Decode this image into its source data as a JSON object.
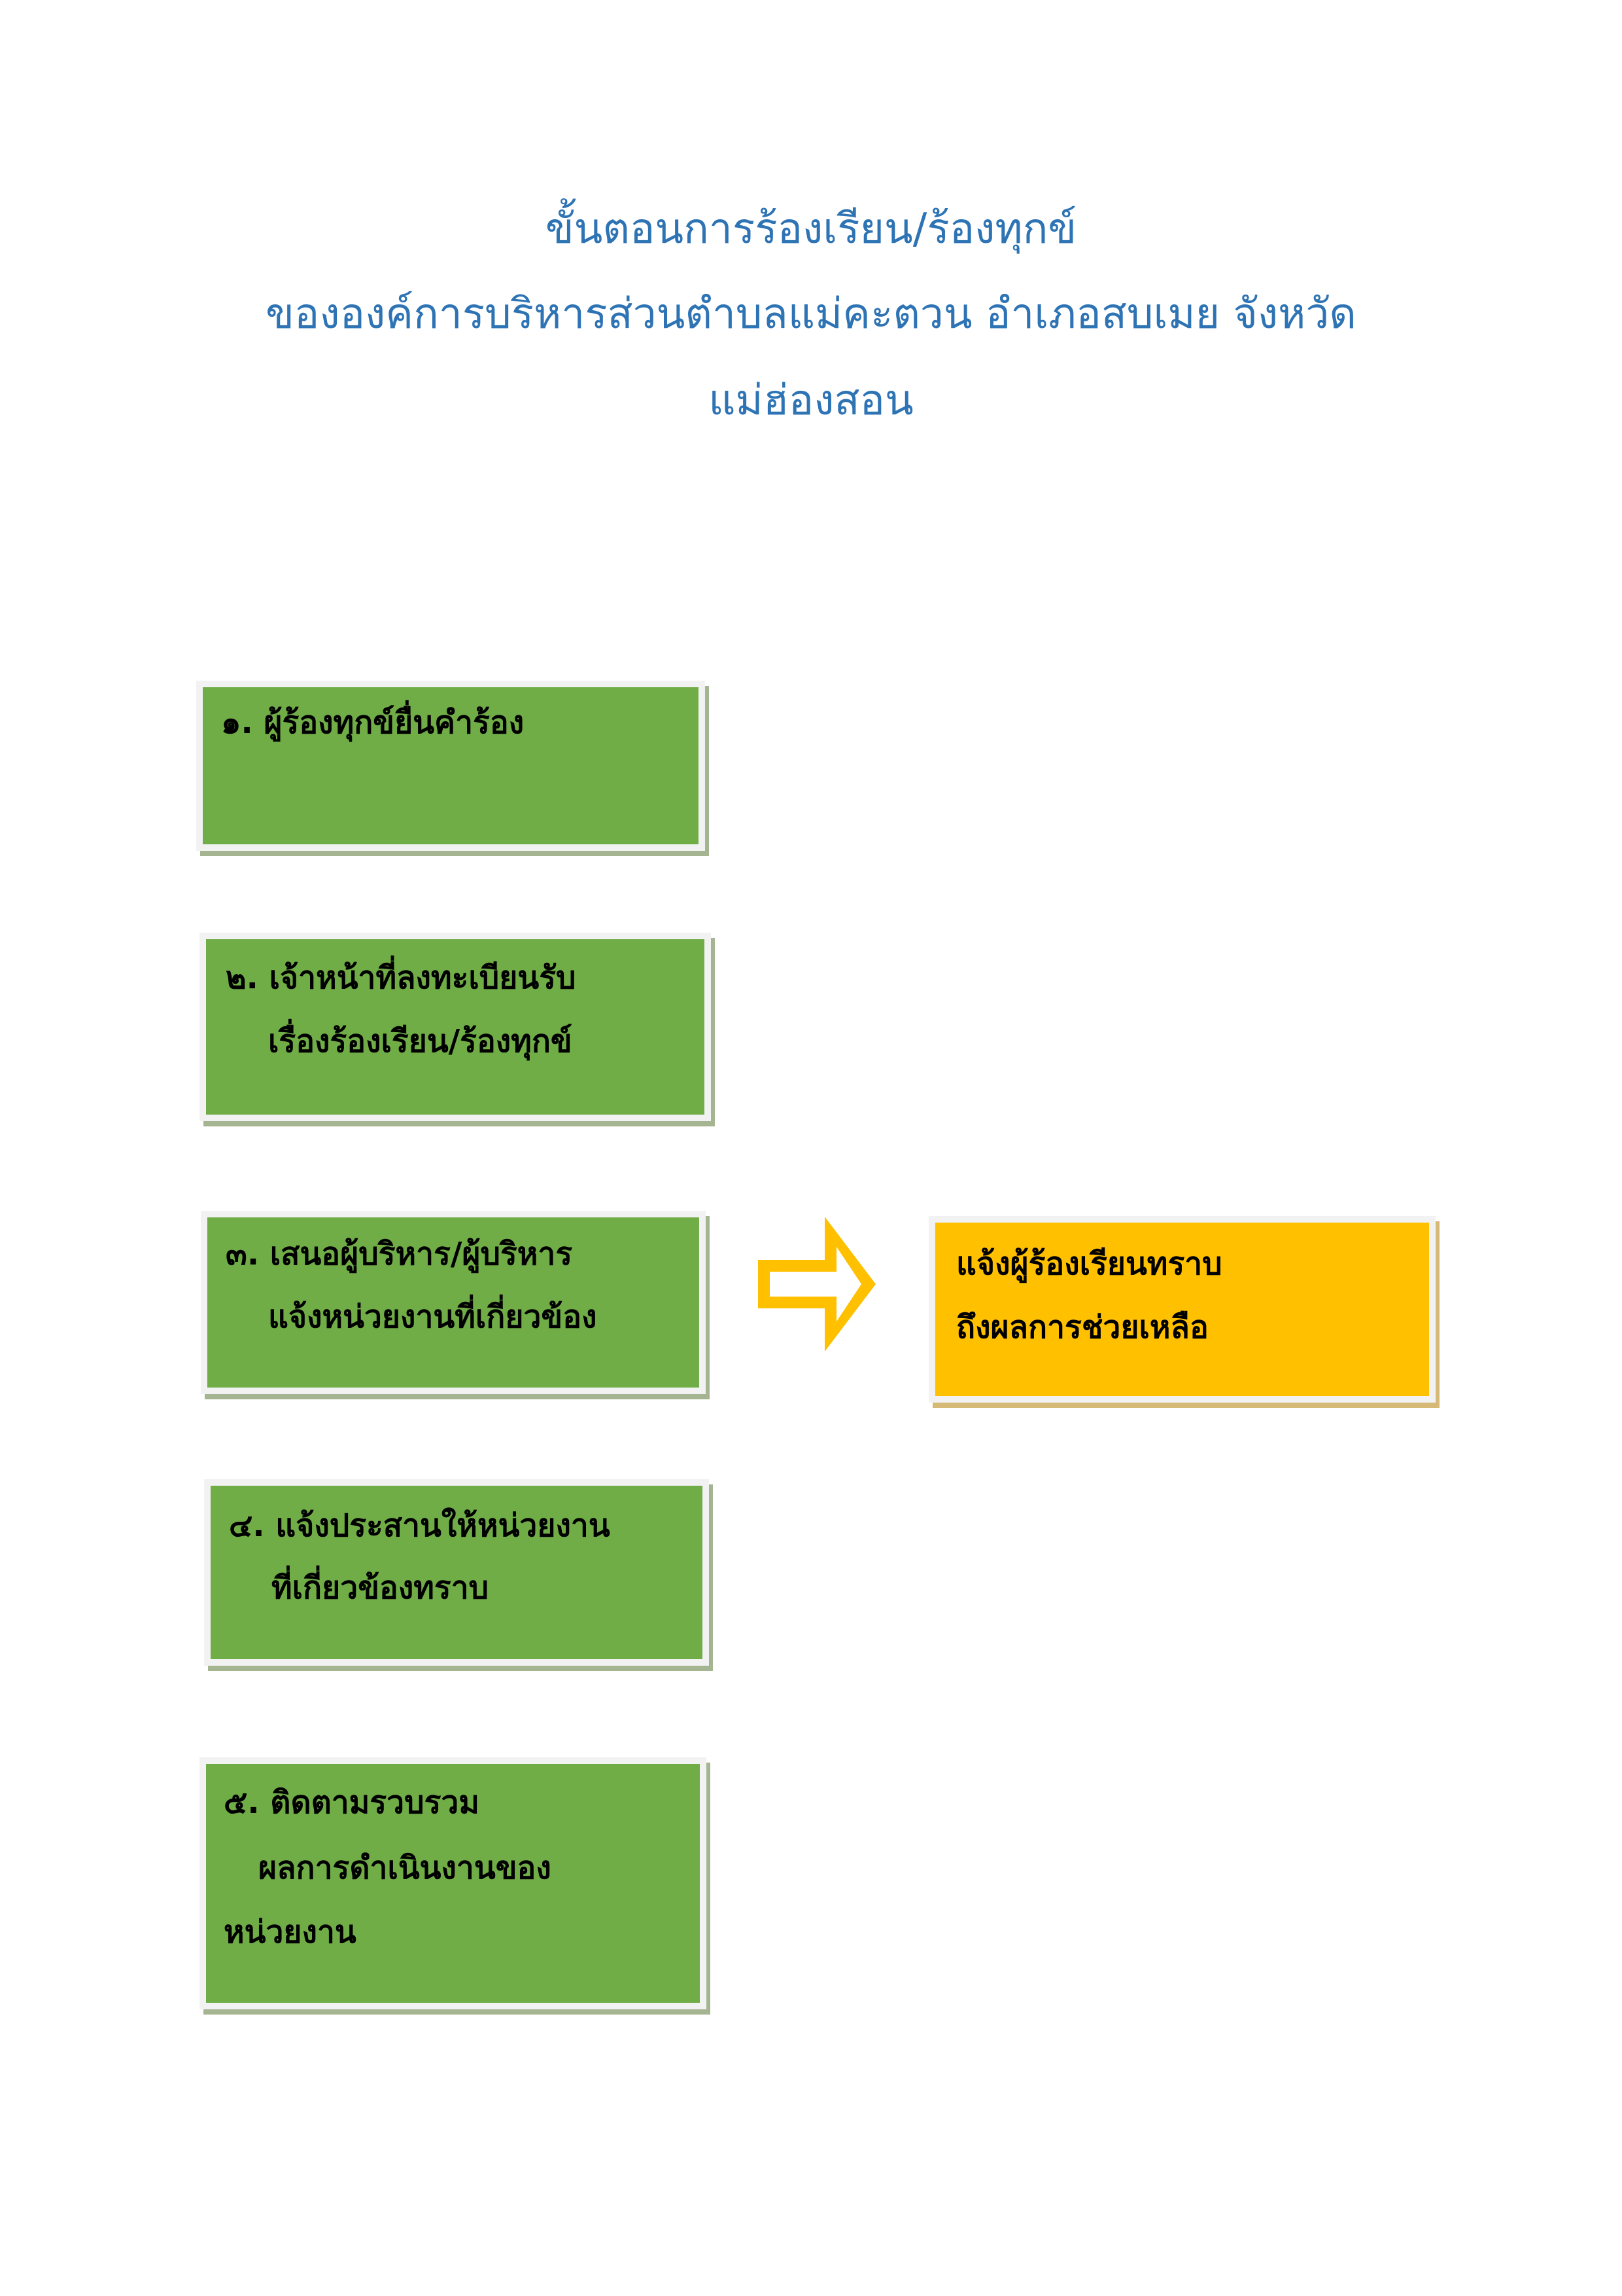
{
  "title": {
    "line1": "ขั้นตอนการร้องเรียน/ร้องทุกข์",
    "line2": "ขององค์การบริหารส่วนตำบลแม่คะตวน อำเภอสบเมย จังหวัด",
    "line3": "แม่ฮ่องสอน"
  },
  "steps": [
    {
      "lines": [
        "๑. ผู้ร้องทุกข์ยื่นคำร้อง"
      ]
    },
    {
      "lines": [
        "๒. เจ้าหน้าที่ลงทะเบียนรับ",
        "เรื่องร้องเรียน/ร้องทุกข์"
      ]
    },
    {
      "lines": [
        "๓. เสนอผู้บริหาร/ผู้บริหาร",
        "แจ้งหน่วยงานที่เกี่ยวข้อง"
      ]
    },
    {
      "lines": [
        "๔. แจ้งประสานให้หน่วยงาน",
        "ที่เกี่ยวข้องทราบ"
      ]
    },
    {
      "lines": [
        "๕. ติดตามรวบรวม",
        "ผลการดำเนินงานของ",
        "หน่วยงาน"
      ]
    }
  ],
  "result": {
    "lines": [
      "แจ้งผู้ร้องเรียนทราบ",
      "ถึงผลการช่วยเหลือ"
    ]
  },
  "colors": {
    "title": "#2e74b5",
    "step_fill": "#70ad47",
    "result_fill": "#ffc000",
    "arrow": "#ffc000"
  }
}
